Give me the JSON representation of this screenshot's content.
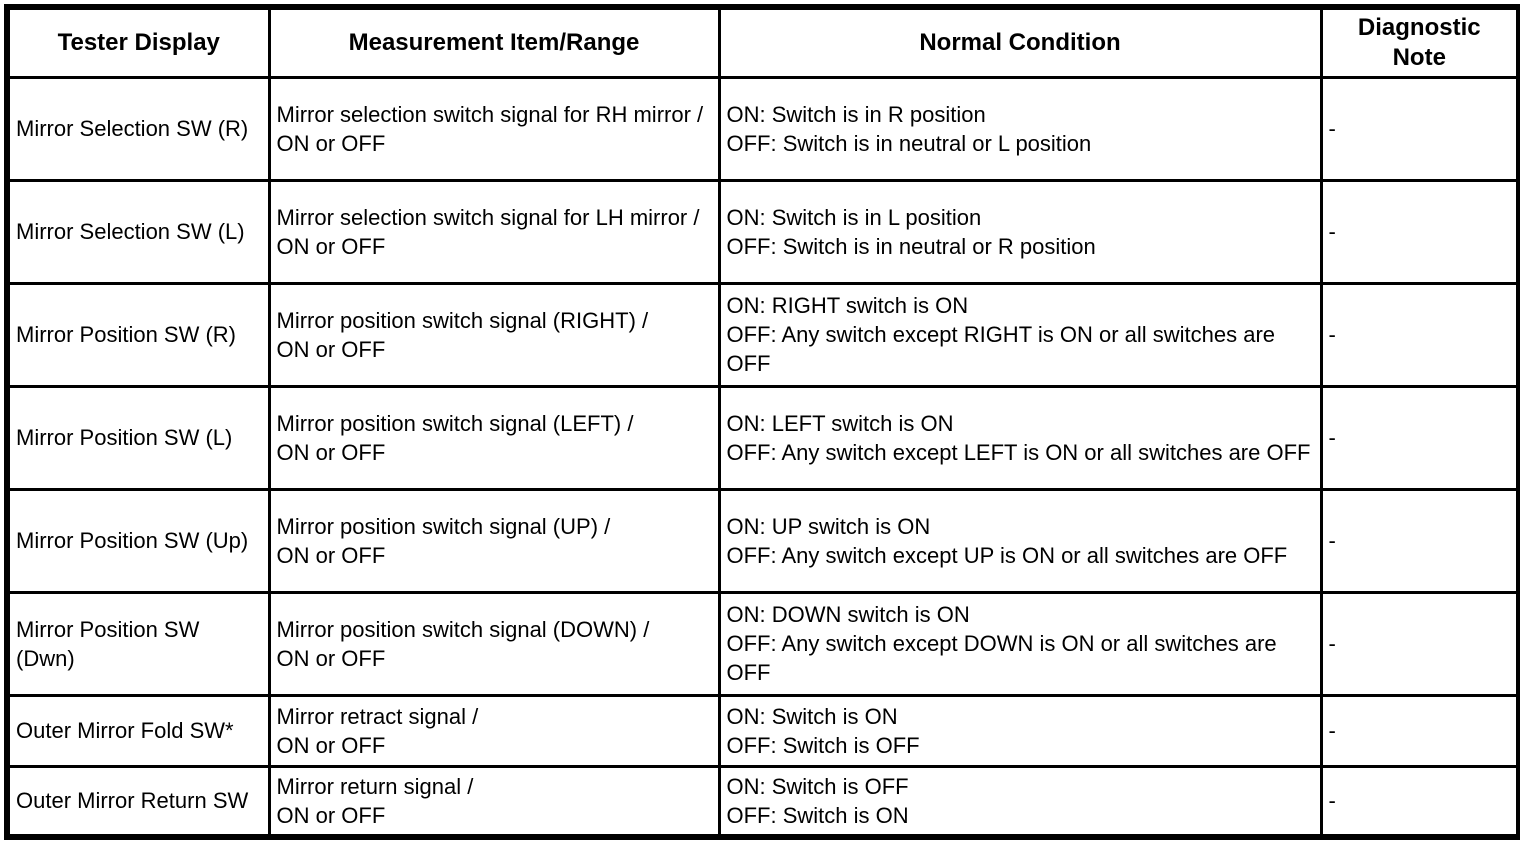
{
  "table": {
    "headers": [
      "Tester Display",
      "Measurement Item/Range",
      "Normal Condition",
      "Diagnostic Note"
    ],
    "rows": [
      {
        "tester_display": "Mirror Selection SW (R)",
        "measurement": "Mirror selection switch signal for RH mirror /\nON or OFF",
        "normal_condition": "ON: Switch is in R position\nOFF: Switch is in neutral or L position",
        "diagnostic_note": "-"
      },
      {
        "tester_display": "Mirror Selection SW (L)",
        "measurement": "Mirror selection switch signal for LH mirror /\nON or OFF",
        "normal_condition": "ON: Switch is in L position\nOFF: Switch is in neutral or R position",
        "diagnostic_note": "-"
      },
      {
        "tester_display": "Mirror Position SW (R)",
        "measurement": "Mirror position switch signal (RIGHT) /\nON or OFF",
        "normal_condition": "ON: RIGHT switch is ON\nOFF: Any switch except RIGHT is ON or all switches are OFF",
        "diagnostic_note": "-"
      },
      {
        "tester_display": "Mirror Position SW (L)",
        "measurement": "Mirror position switch signal (LEFT) /\nON or OFF",
        "normal_condition": "ON: LEFT switch is ON\nOFF: Any switch except LEFT is ON or all switches are OFF",
        "diagnostic_note": "-"
      },
      {
        "tester_display": "Mirror Position SW (Up)",
        "measurement": "Mirror position switch signal (UP) /\nON or OFF",
        "normal_condition": "ON: UP switch is ON\nOFF: Any switch except UP is ON or all switches are OFF",
        "diagnostic_note": "-"
      },
      {
        "tester_display": "Mirror Position SW (Dwn)",
        "measurement": "Mirror position switch signal (DOWN) /\nON or OFF",
        "normal_condition": "ON: DOWN switch is ON\nOFF: Any switch except DOWN is ON or all switches are OFF",
        "diagnostic_note": "-"
      },
      {
        "tester_display": "Outer Mirror Fold SW*",
        "measurement": "Mirror retract signal /\nON or OFF",
        "normal_condition": "ON: Switch is ON\nOFF: Switch is OFF",
        "diagnostic_note": "-"
      },
      {
        "tester_display": "Outer Mirror Return SW",
        "measurement": "Mirror return signal /\nON or OFF",
        "normal_condition": "ON: Switch is OFF\nOFF: Switch is ON",
        "diagnostic_note": "-"
      }
    ]
  }
}
